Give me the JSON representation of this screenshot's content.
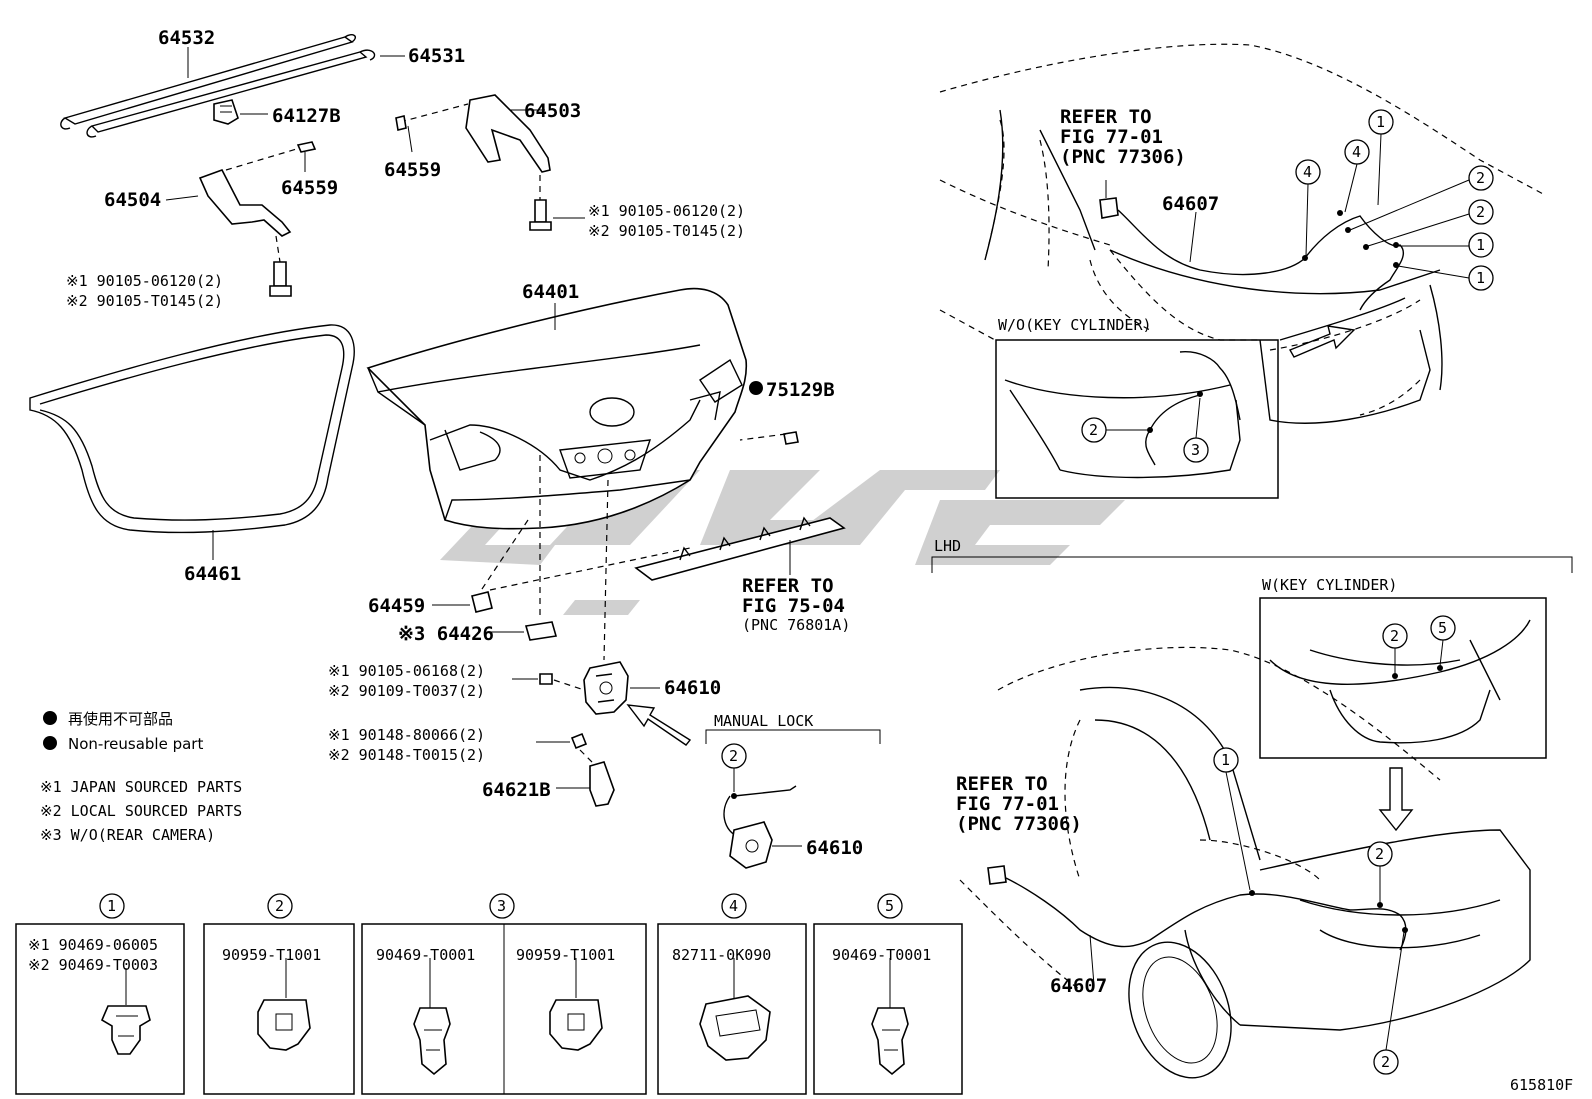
{
  "colors": {
    "ink": "#000000",
    "watermark": "#c8c8c8",
    "background": "#ffffff"
  },
  "upper_parts": {
    "p64532": "64532",
    "p64531": "64531",
    "p64127b": "64127B",
    "p64503": "64503",
    "p64559_left": "64559",
    "p64559_right": "64559",
    "p64504": "64504",
    "bolt_right_1": "※1 90105-06120(2)",
    "bolt_right_2": "※2 90105-T0145(2)",
    "bolt_left_1": "※1 90105-06120(2)",
    "bolt_left_2": "※2 90105-T0145(2)"
  },
  "middle_parts": {
    "p64401": "64401",
    "p75129b": "75129B",
    "p64461": "64461",
    "refer_fig_75_04": [
      "REFER TO",
      "FIG 75-04",
      "(PNC 76801A)"
    ],
    "p64459": "64459",
    "p64426": "※3 64426",
    "bolt_lock_1": "※1 90105-06168(2)",
    "bolt_lock_2": "※2 90109-T0037(2)",
    "p64610_main": "64610",
    "screw_1": "※1 90148-80066(2)",
    "screw_2": "※2 90148-T0015(2)",
    "p64621b": "64621B",
    "manual_lock_title": "MANUAL LOCK",
    "manual_lock_marker": "2",
    "p64610_manual": "64610"
  },
  "legend": {
    "nonreusable_jp": "再使用不可部品",
    "nonreusable_en": "Non-reusable part",
    "note1": "※1 JAPAN SOURCED PARTS",
    "note2": "※2 LOCAL SOURCED PARTS",
    "note3": "※3 W/O(REAR CAMERA)"
  },
  "upper_right": {
    "refer_77_01": [
      "REFER TO",
      "FIG 77-01",
      "(PNC 77306)"
    ],
    "p64607": "64607",
    "markers": [
      "1",
      "4",
      "4",
      "2",
      "2",
      "1",
      "1"
    ],
    "wo_key_cylinder": "W/O(KEY CYLINDER)",
    "wo_markers": [
      "2",
      "3"
    ]
  },
  "lower_right": {
    "lhd": "LHD",
    "w_key_cylinder": "W(KEY CYLINDER)",
    "w_markers": [
      "2",
      "5"
    ],
    "refer_77_01": [
      "REFER TO",
      "FIG 77-01",
      "(PNC 77306)"
    ],
    "p64607": "64607",
    "markers": [
      "1",
      "2",
      "2"
    ]
  },
  "clip_boxes": [
    {
      "marker": "1",
      "parts": [
        "※1  90469-06005",
        "※2  90469-T0003"
      ]
    },
    {
      "marker": "2",
      "parts": [
        "90959-T1001"
      ]
    },
    {
      "marker": "3",
      "parts": [
        "90469-T0001",
        "90959-T1001"
      ]
    },
    {
      "marker": "4",
      "parts": [
        "82711-0K090"
      ]
    },
    {
      "marker": "5",
      "parts": [
        "90469-T0001"
      ]
    }
  ],
  "figure_id": "615810F"
}
